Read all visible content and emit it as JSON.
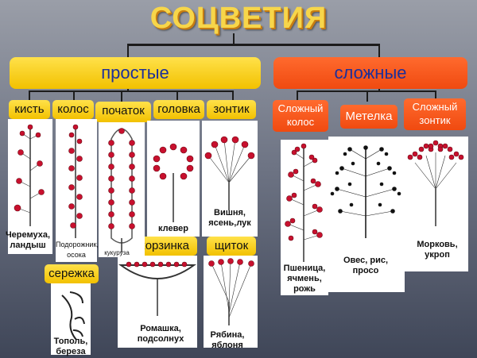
{
  "title": "СОЦВЕТИЯ",
  "categories": {
    "simple": "простые",
    "complex": "сложные"
  },
  "simple_types": {
    "raceme": "кисть",
    "spike": "колос",
    "spadix": "початок",
    "head": "головка",
    "umbel": "зонтик",
    "basket": "корзинка",
    "corymb": "щиток",
    "catkin": "сережка"
  },
  "complex_types": {
    "compound_spike": "Сложный колос",
    "panicle": "Метелка",
    "compound_umbel": "Сложный зонтик"
  },
  "examples": {
    "raceme": "Черемуха, ландыш",
    "spike": "Подорожник, осока",
    "spadix": "кукуруза",
    "head": "клевер",
    "umbel": "Вишня, ясень,лук",
    "basket": "Ромашка, подсолнух",
    "corymb": "Рябина, яблоня",
    "catkin": "Тополь, береза",
    "compound_spike": "Пшеница, ячмень, рожь",
    "panicle": "Овес, рис, просо",
    "compound_umbel": "Морковь, укроп"
  },
  "colors": {
    "simple_box": "#f2c100",
    "complex_box": "#f04a10",
    "flower": "#c8102e",
    "title": "#f7d64a"
  }
}
